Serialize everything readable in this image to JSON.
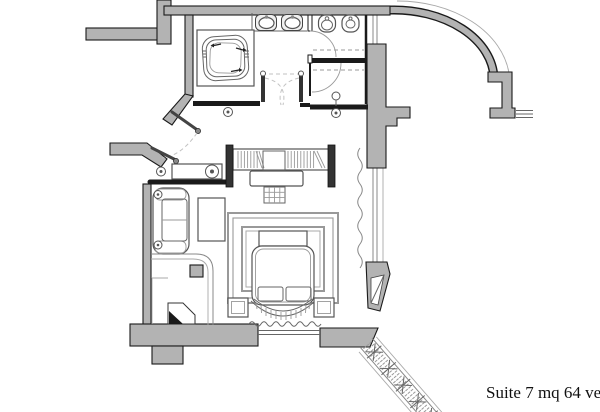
{
  "plan_label": {
    "text": "Suite 7 mq 64 ve"
  },
  "colors": {
    "background": "#ffffff",
    "wall_fill": "#b3b3b3",
    "wall_stroke": "#1a1a1a",
    "line_dark": "#333333",
    "line_mid": "#666666",
    "line_light": "#aaaaaa",
    "label_color": "#111111"
  },
  "fixtures": [
    "jacuzzi-tub",
    "sink-left",
    "sink-right",
    "toilet",
    "bidet",
    "shower-head",
    "sprinkler-symbols",
    "wardrobe",
    "dresser",
    "luggage-rack",
    "canopy-bed",
    "pillows",
    "bed-ruffle",
    "nightstand-left",
    "nightstand-right",
    "sofa",
    "desk",
    "console-table",
    "entry-doors",
    "double-doors",
    "wc-doors",
    "curtain",
    "window-mullions",
    "bay-window",
    "curved-balcony-wall",
    "planted-border"
  ]
}
